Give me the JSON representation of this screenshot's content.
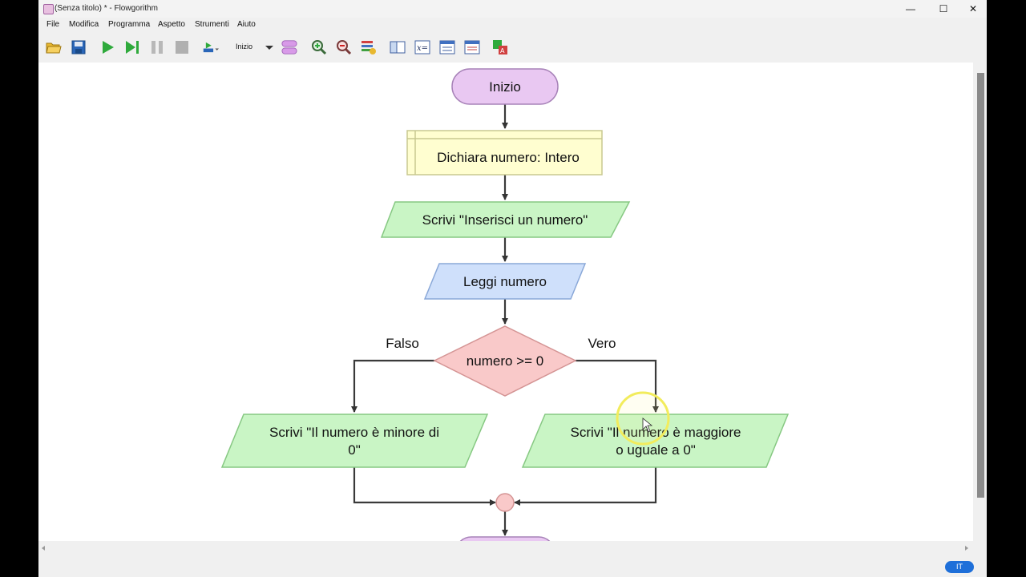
{
  "window": {
    "title": "(Senza titolo) * - Flowgorithm",
    "minimize": "—",
    "maximize": "☐",
    "close": "✕"
  },
  "menu": [
    "File",
    "Modifica",
    "Programma",
    "Aspetto",
    "Strumenti",
    "Aiuto"
  ],
  "toolbar": {
    "icons": [
      "open-folder-icon",
      "save-icon",
      "run-icon",
      "step-icon",
      "pause-icon",
      "stop-icon",
      "speed-icon",
      "function-shape-icon",
      "zoom-in-icon",
      "zoom-out-icon",
      "layout-icon",
      "console-icon",
      "variables-icon",
      "source-icon",
      "log-icon",
      "translate-icon"
    ],
    "function_select": "Inizio"
  },
  "flowchart": {
    "start": "Inizio",
    "declare": "Dichiara numero: Intero",
    "output1": "Scrivi \"Inserisci un numero\"",
    "input": "Leggi numero",
    "condition": "numero >= 0",
    "false_label": "Falso",
    "true_label": "Vero",
    "output_false_line1": "Scrivi \"Il numero è minore di",
    "output_false_line2": "0\"",
    "output_true_line1": "Scrivi \"Il numero è maggiore",
    "output_true_line2": "o uguale a 0\""
  },
  "colors": {
    "terminal": "#e9c8f2",
    "declare": "#fffed0",
    "output": "#c9f5c5",
    "input": "#cfe0fb",
    "decision": "#f9c9c9",
    "accent": "#1e6fd9"
  },
  "status": {
    "language": "IT"
  }
}
